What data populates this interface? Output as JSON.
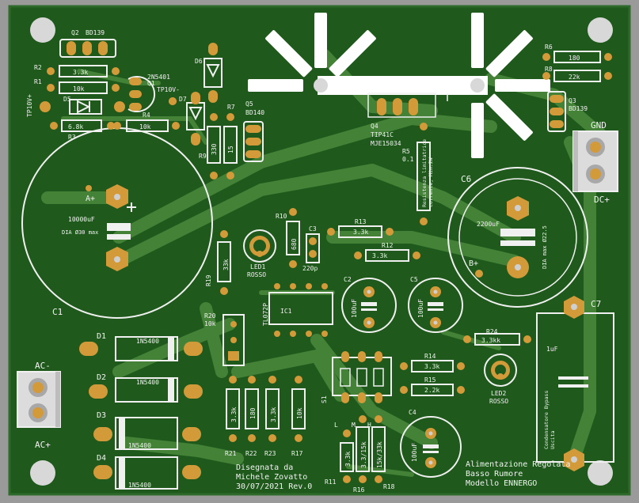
{
  "board": {
    "colors": {
      "background": "#9a9a9a",
      "board": "#1f5a1c",
      "board_edge": "#2e6b2a",
      "track": "#4a8a3c",
      "silk": "#f0f0f0",
      "pad": "#d39a3a",
      "hole": "#cfcfcf"
    },
    "refs": {
      "Q2": "Q2",
      "Q2v": "BD139",
      "R2": "R2",
      "R2v": "3.3k",
      "R1": "R1",
      "R1v": "10k",
      "Q1": "Q1",
      "Q1v": "2N5401",
      "D6": "D6",
      "D5": "D5",
      "D7": "D7",
      "TP10VP": "TP10V+",
      "TP10VM": "TP10V-",
      "R4": "R4",
      "R4v": "10k",
      "R3": "R3",
      "R3v": "6.8k",
      "R7": "R7",
      "R7v": "15",
      "R9": "R9",
      "R9v": "330",
      "Q5": "Q5",
      "Q5v": "BD140",
      "Q4": "Q4",
      "Q4v1": "TIP41C",
      "Q4v2": "MJE15034",
      "R5": "R5",
      "R5v": "0.1",
      "R5note1": "Resistenza limitatrice",
      "R5note2": "corrente, Min.2W",
      "R6": "R6",
      "R6v": "180",
      "R8": "R8",
      "R8v": "22k",
      "Q3": "Q3",
      "Q3v": "BD139",
      "GND": "GND",
      "DCP": "DC+",
      "C6": "C6",
      "C6v": "2200uF",
      "C6dia": "DIA max Ø22.5",
      "BP": "B+",
      "AP": "A+",
      "C1": "C1",
      "C1v": "10000uF",
      "C1dia": "DIA Ø30 max",
      "R10": "R10",
      "R10v": "680",
      "C3": "C3",
      "C3v": "220p",
      "LED1": "LED1",
      "LED1v": "ROSSO",
      "R19": "R19",
      "R19v": "33k",
      "R13": "R13",
      "R13v": "3.3k",
      "R12": "R12",
      "R12v": "3.3k",
      "C2": "C2",
      "C2v": "100uF",
      "C5": "C5",
      "C5v": "100uF",
      "IC1": "IC1",
      "IC1v": "TL072P",
      "R20": "R20",
      "R20v": "10k",
      "C7": "C7",
      "C7v": "1uF",
      "C7note1": "Condensatore Bypass",
      "C7note2": "Uscita",
      "R24": "R24",
      "R24v": "3.3kk",
      "R14": "R14",
      "R14v": "3.3k",
      "R15": "R15",
      "R15v": "2.2k",
      "LED2": "LED2",
      "LED2v": "ROSSO",
      "S1": "S1",
      "L": "L",
      "M": "M",
      "H": "H",
      "D1": "D1",
      "D2": "D2",
      "D3": "D3",
      "D4": "D4",
      "Dv": "1N5400",
      "ACM": "AC-",
      "ACP": "AC+",
      "R21": "R21",
      "R21v": "3.3k",
      "R22": "R22",
      "R22v": "180",
      "R23": "R23",
      "R23v": "3.3k",
      "R17": "R17",
      "R17v": "10k",
      "C4": "C4",
      "C4v": "100uF",
      "R11": "R11",
      "R11v": "3.3k",
      "R16": "R16",
      "R16v": "3.3/15k",
      "R18": "R18",
      "R18v": "15k/33k",
      "design1": "Disegnata da",
      "design2": "Michele Zovatto",
      "design3": "30/07/2021 Rev.0",
      "title1": "Alimentazione Regolata",
      "title2": "Basso Rumore",
      "title3": "Modello ENNERGO"
    }
  }
}
